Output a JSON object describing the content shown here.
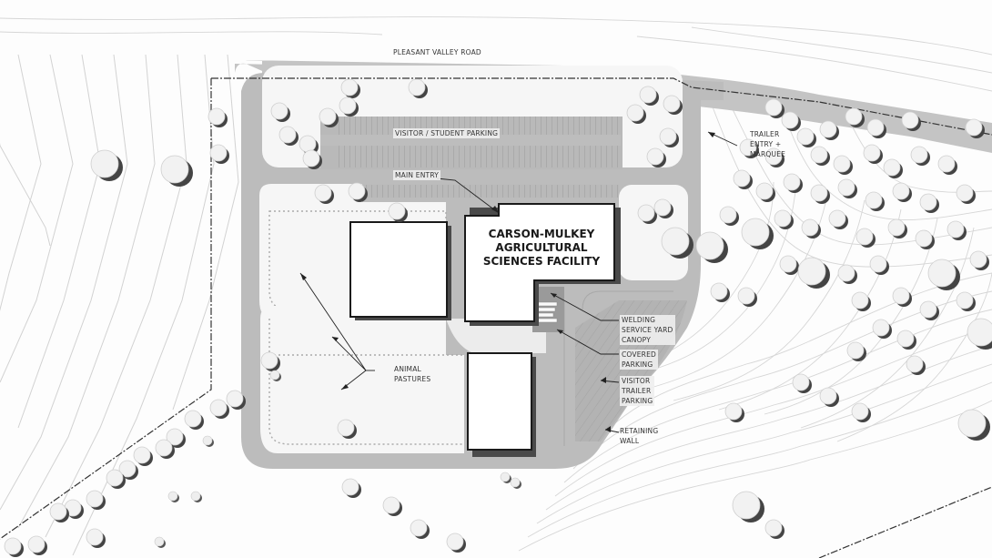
{
  "plan": {
    "type": "site-plan",
    "road_label": "PLEASANT VALLEY ROAD",
    "building_title_lines": [
      "CARSON-MULKEY",
      "AGRICULTURAL",
      "SCIENCES FACILITY"
    ],
    "labels": {
      "parking": "VISITOR / STUDENT PARKING",
      "main_entry": "MAIN ENTRY",
      "trailer_entry": [
        "TRAILER",
        "ENTRY +",
        "MARQUEE"
      ],
      "welding": [
        "WELDING",
        "SERVICE YARD",
        "CANOPY"
      ],
      "covered_parking": [
        "COVERED",
        "PARKING"
      ],
      "visitor_trailer": [
        "VISITOR",
        "TRAILER",
        "PARKING"
      ],
      "retaining_wall": [
        "RETAINING",
        "WALL"
      ],
      "animal_pastures": [
        "ANIMAL",
        "PASTURES"
      ]
    },
    "colors": {
      "paving": "#b9b9b9",
      "road": "#c4c4c4",
      "building_fill": "#ffffff",
      "building_stroke": "#1a1a1a",
      "shadow": "#4a4a4a",
      "contour": "#cfcfcf",
      "tree_canopy": "#f2f2f2",
      "tree_shadow": "#444444"
    }
  }
}
